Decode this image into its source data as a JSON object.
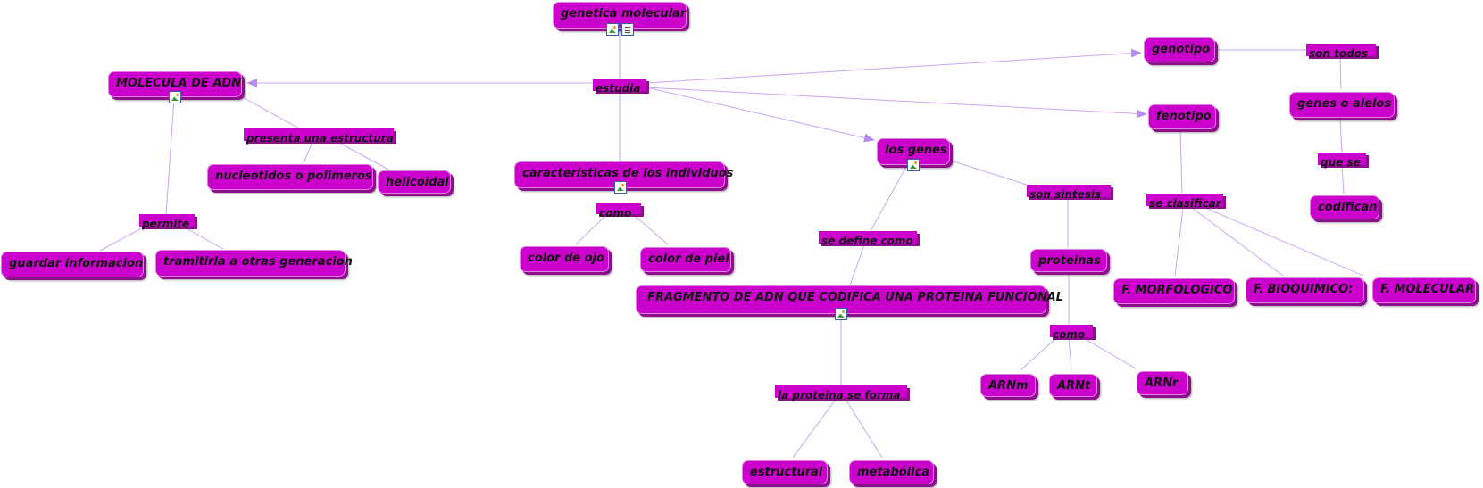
{
  "colors": {
    "node_fill": "#cc00cc",
    "node_shadow": "#8e0f8e",
    "line": "#c9a6f2",
    "arrow": "#b98cf0"
  },
  "nodes": {
    "genetica_molecular": "genetica molecular",
    "molecula_adn": "MOLECULA DE ADN",
    "caracteristicas": "caracteristicas de los individuos",
    "los_genes": "los genes",
    "genotipo": "genotipo",
    "fenotipo": "fenotipo",
    "nucleotidos": "nucleotidos o polimeros",
    "helicoidal": "helicoidal",
    "guardar": "guardar informacion",
    "tramitirla": "tramitirla a otras generacion",
    "color_ojo": "color de ojo",
    "color_piel": "color de piel",
    "fragmento": "FRAGMENTO DE ADN QUE CODIFICA UNA PROTEINA FUNCIONAL",
    "proteinas": "proteinas",
    "estructural": "estructural",
    "metabolica": "metabólica",
    "arnm": "ARNm",
    "arnt": "ARNt",
    "arnr": "ARNr",
    "f_morfologico": "F. MORFOLOGICO",
    "f_bioquimico": "F. BIOQUIMICO:",
    "f_molecular": "F. MOLECULAR",
    "genes_alelos": "genes o alelos",
    "codifican": "codifican"
  },
  "linking_phrases": {
    "estudia": "estudia",
    "presenta_estructura": "presenta una estructura",
    "permite": "permite",
    "como_1": "como",
    "se_define_como": "se define como",
    "son_sintesis": "son  sintesis",
    "la_proteina_se_forma": "la proteina se forma",
    "como_2": "como",
    "se_clasificar": "se clasificar",
    "son_todos": "son todos",
    "que_se": "que se"
  },
  "icons": [
    "image-icon",
    "document-icon"
  ]
}
